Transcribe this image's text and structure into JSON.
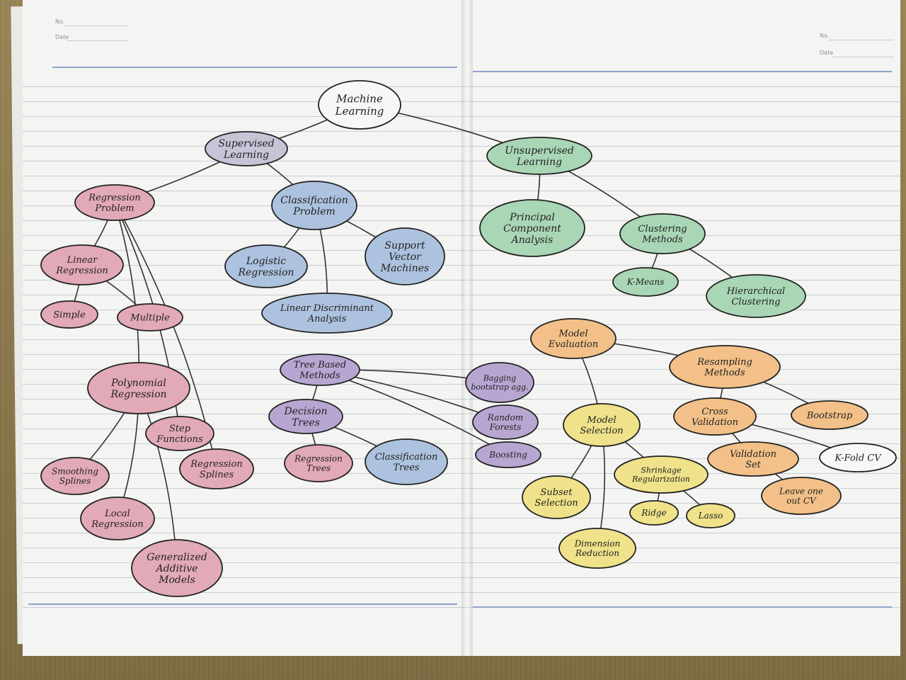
{
  "header": {
    "no_label": "No.",
    "date_label": "Date"
  },
  "colors": {
    "gray": "#c9c3d8",
    "red": "#e2a9b7",
    "blue": "#adc2de",
    "purple": "#b8a6d2",
    "green": "#a9d6b5",
    "orange": "#f2c088",
    "yellow": "#efe28a",
    "ink": "#222222"
  },
  "nodes": {
    "ml": [
      "Machine",
      "Learning"
    ],
    "supervised": [
      "Supervised",
      "Learning"
    ],
    "unsupervised": [
      "Unsupervised",
      "Learning"
    ],
    "regression": [
      "Regression",
      "Problem"
    ],
    "classification": [
      "Classification",
      "Problem"
    ],
    "linear": [
      "Linear",
      "Regression"
    ],
    "simple": "Simple",
    "multiple": "Multiple",
    "logistic": [
      "Logistic",
      "Regression"
    ],
    "svm": [
      "Support",
      "Vector",
      "Machines"
    ],
    "lda": [
      "Linear Discriminant",
      "Analysis"
    ],
    "polynomial": [
      "Polynomial",
      "Regression"
    ],
    "step": [
      "Step",
      "Functions"
    ],
    "regsplines": [
      "Regression",
      "Splines"
    ],
    "smoothing": [
      "Smoothing",
      "Splines"
    ],
    "local": [
      "Local",
      "Regression"
    ],
    "gam": [
      "Generalized",
      "Additive",
      "Models"
    ],
    "tree": [
      "Tree Based",
      "Methods"
    ],
    "decision": [
      "Decision",
      "Trees"
    ],
    "regtrees": [
      "Regression",
      "Trees"
    ],
    "classtrees": [
      "Classification",
      "Trees"
    ],
    "bagging": [
      "Bagging",
      "bootstrap agg."
    ],
    "random": [
      "Random",
      "Forests"
    ],
    "boosting": "Boosting",
    "pca": [
      "Principal",
      "Component",
      "Analysis"
    ],
    "clustering": [
      "Clustering",
      "Methods"
    ],
    "kmeans": "K-Means",
    "hierarchical": [
      "Hierarchical",
      "Clustering"
    ],
    "evaluation": [
      "Model",
      "Evaluation"
    ],
    "resampling": [
      "Resampling",
      "Methods"
    ],
    "crossval": [
      "Cross",
      "Validation"
    ],
    "bootstrap": "Bootstrap",
    "valset": [
      "Validation",
      "Set"
    ],
    "kfold": "K-Fold CV",
    "loocv": [
      "Leave one",
      "out CV"
    ],
    "selection": [
      "Model",
      "Selection"
    ],
    "subset": [
      "Subset",
      "Selection"
    ],
    "shrinkage": [
      "Shrinkage",
      "Regularization"
    ],
    "ridge": "Ridge",
    "lasso": "Lasso",
    "dimred": [
      "Dimension",
      "Reduction"
    ]
  }
}
